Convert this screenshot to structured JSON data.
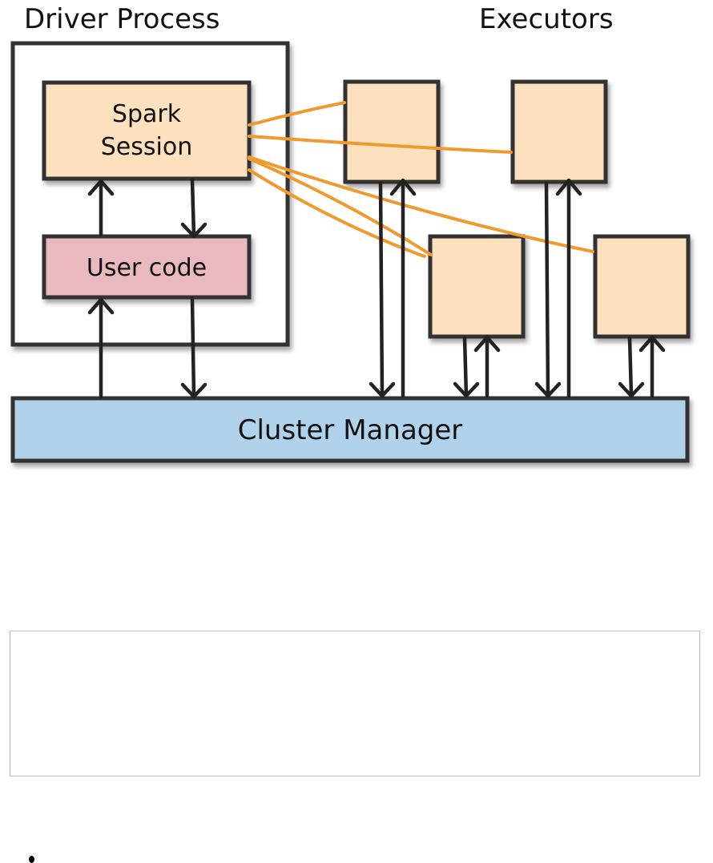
{
  "diagram": {
    "title_left": "Driver Process",
    "title_right": "Executors",
    "spark_session_line1": "Spark",
    "spark_session_line2": "Session",
    "user_code": "User code",
    "cluster_manager": "Cluster Manager",
    "executor_count": 4
  },
  "colors": {
    "spark_session_fill": "#fde0bd",
    "user_code_fill": "#e9b9bf",
    "executor_fill": "#fde0bd",
    "cluster_manager_fill": "#b0d2ea",
    "connector": "#f09a2e",
    "stroke": "#333333"
  }
}
